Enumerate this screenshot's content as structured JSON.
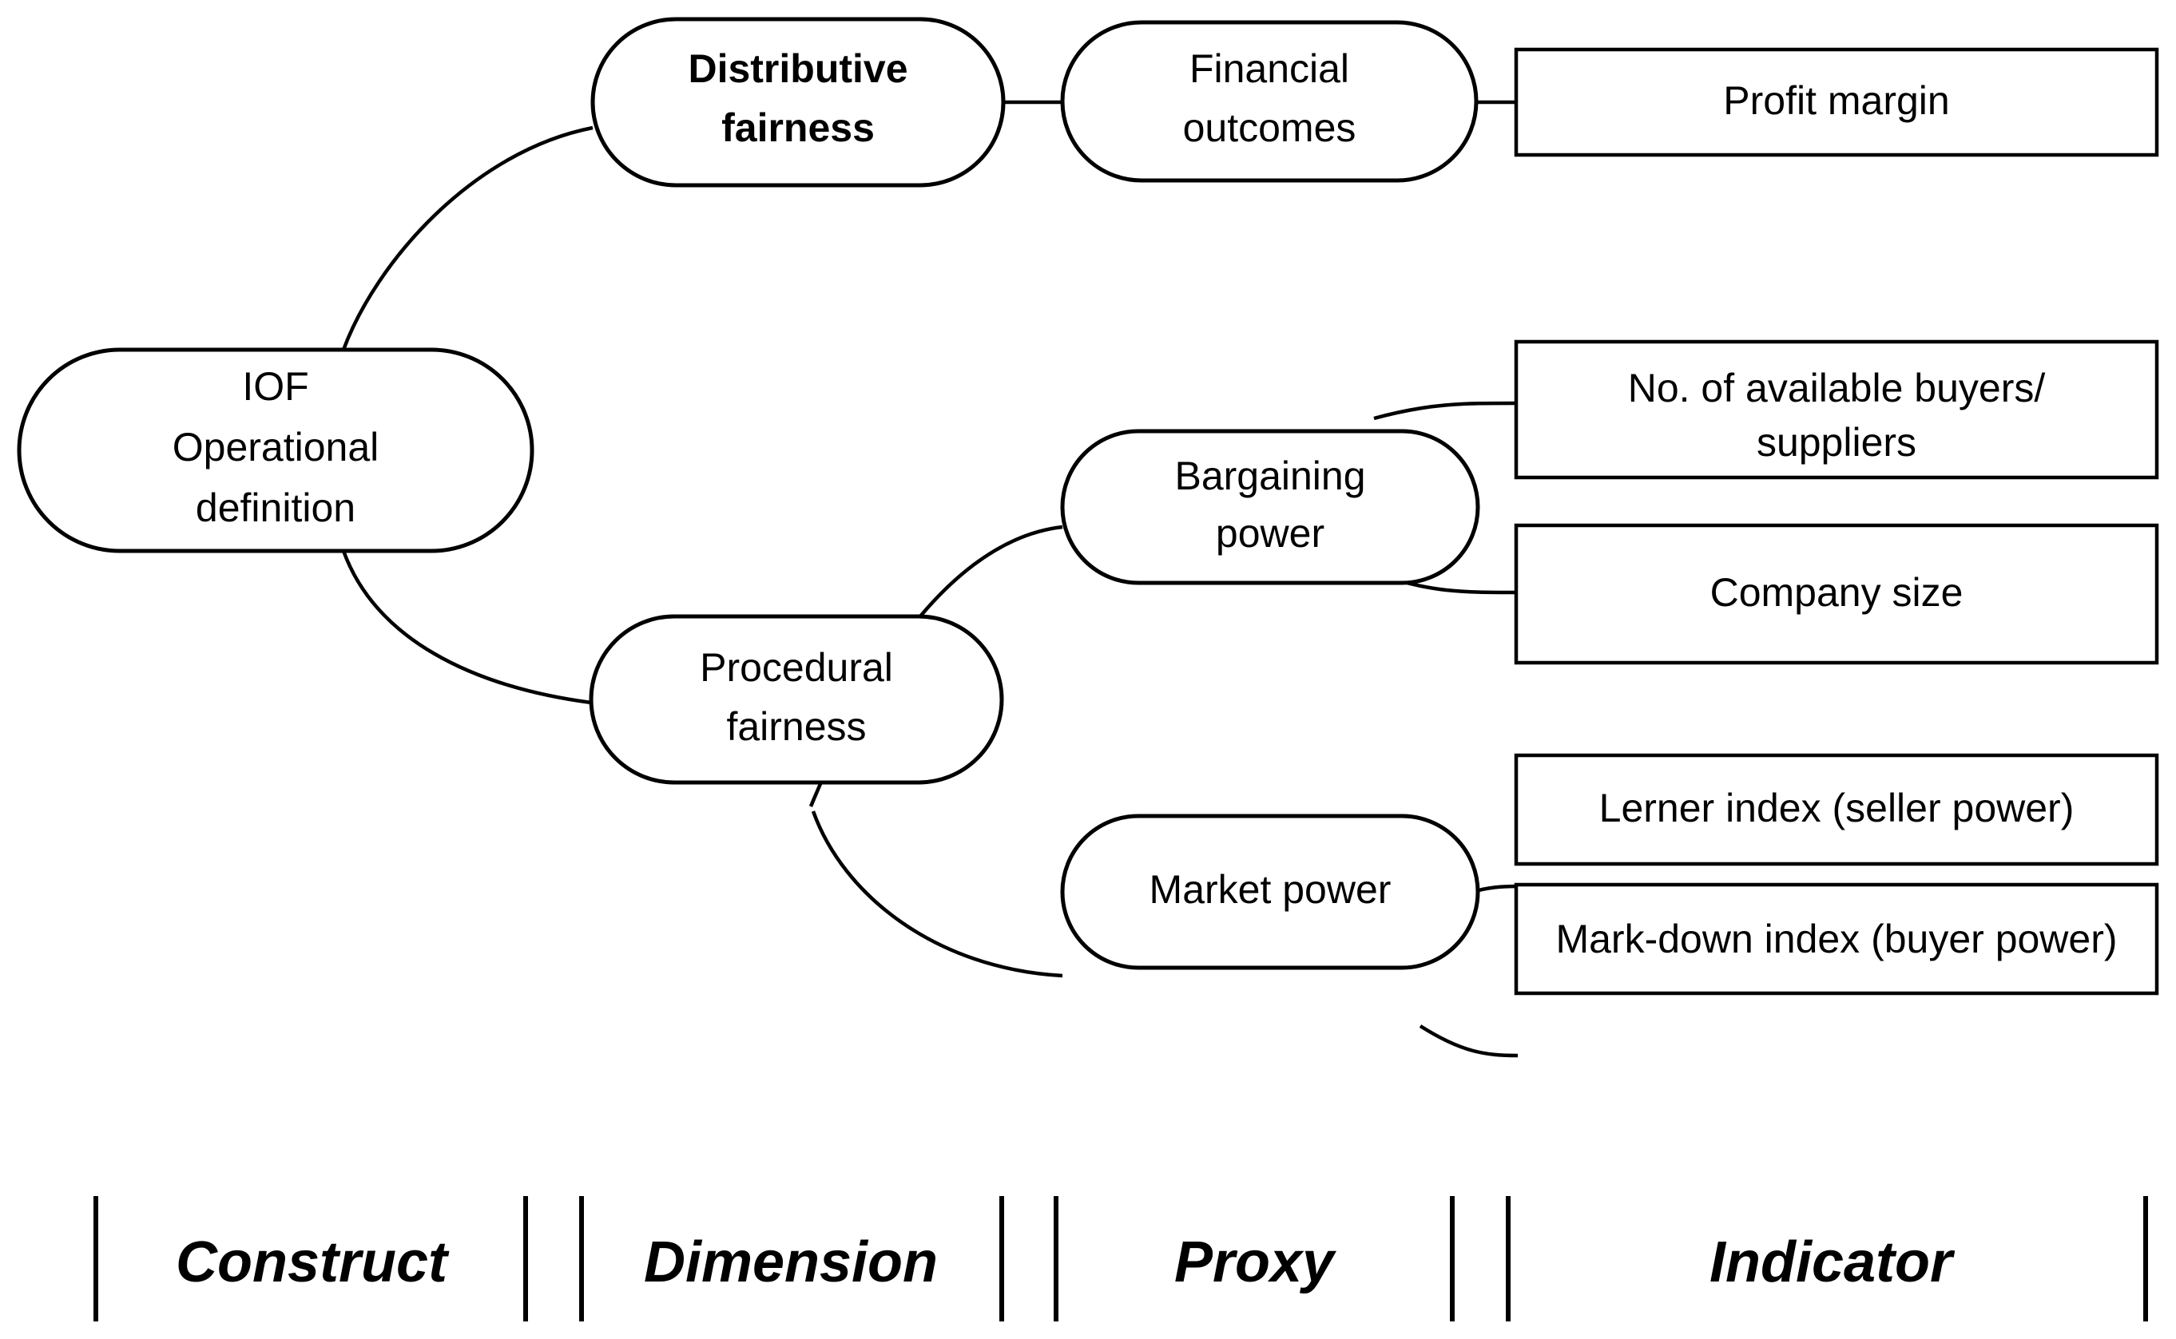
{
  "diagram": {
    "title": "IOF Operational definition hierarchy",
    "background_color": "#ffffff",
    "line_color": "#000000",
    "nodes": {
      "construct": {
        "id": "iof-operational-definition",
        "line1": "IOF",
        "line2": "Operational",
        "line3": "definition",
        "shape": "rounded-rectangle",
        "column": "Construct"
      },
      "distributive_fairness": {
        "id": "distributive-fairness",
        "line1": "Distributive",
        "line2": "fairness",
        "shape": "rounded-rectangle",
        "emphasis": "bold",
        "column": "Dimension"
      },
      "procedural_fairness": {
        "id": "procedural-fairness",
        "line1": "Procedural",
        "line2": "fairness",
        "shape": "rounded-rectangle",
        "emphasis": "normal",
        "column": "Dimension"
      },
      "financial_outcomes": {
        "id": "financial-outcomes",
        "line1": "Financial",
        "line2": "outcomes",
        "shape": "rounded-rectangle",
        "column": "Proxy"
      },
      "bargaining_power": {
        "id": "bargaining-power",
        "line1": "Bargaining",
        "line2": "power",
        "shape": "rounded-rectangle",
        "column": "Proxy"
      },
      "market_power": {
        "id": "market-power",
        "line1": "Market power",
        "line2": "",
        "shape": "rounded-rectangle",
        "column": "Proxy"
      },
      "profit_margin": {
        "id": "profit-margin",
        "line1": "Profit margin",
        "line2": "",
        "shape": "rectangle",
        "column": "Indicator"
      },
      "available_buyers_suppliers": {
        "id": "no-of-available-buyers-suppliers",
        "line1": "No. of available buyers/",
        "line2": "suppliers",
        "shape": "rectangle",
        "column": "Indicator"
      },
      "company_size": {
        "id": "company-size",
        "line1": "Company size",
        "line2": "",
        "shape": "rectangle",
        "column": "Indicator"
      },
      "lerner_index": {
        "id": "lerner-index",
        "line1": "Lerner index (seller power)",
        "line2": "",
        "shape": "rectangle",
        "column": "Indicator"
      },
      "markdown_index": {
        "id": "mark-down-index",
        "line1": "Mark-down index (buyer power)",
        "line2": "",
        "shape": "rectangle",
        "column": "Indicator"
      }
    },
    "edges": [
      {
        "from": "iof-operational-definition",
        "to": "distributive-fairness",
        "style": "curve"
      },
      {
        "from": "iof-operational-definition",
        "to": "procedural-fairness",
        "style": "curve"
      },
      {
        "from": "distributive-fairness",
        "to": "financial-outcomes",
        "style": "straight"
      },
      {
        "from": "financial-outcomes",
        "to": "profit-margin",
        "style": "straight"
      },
      {
        "from": "procedural-fairness",
        "to": "bargaining-power",
        "style": "curve"
      },
      {
        "from": "procedural-fairness",
        "to": "market-power",
        "style": "curve"
      },
      {
        "from": "bargaining-power",
        "to": "no-of-available-buyers-suppliers",
        "style": "curve"
      },
      {
        "from": "bargaining-power",
        "to": "company-size",
        "style": "curve"
      },
      {
        "from": "market-power",
        "to": "lerner-index",
        "style": "curve"
      },
      {
        "from": "market-power",
        "to": "mark-down-index",
        "style": "curve"
      }
    ]
  },
  "legend": {
    "items": [
      {
        "label": "Construct"
      },
      {
        "label": "Dimension"
      },
      {
        "label": "Proxy"
      },
      {
        "label": "Indicator"
      }
    ]
  }
}
